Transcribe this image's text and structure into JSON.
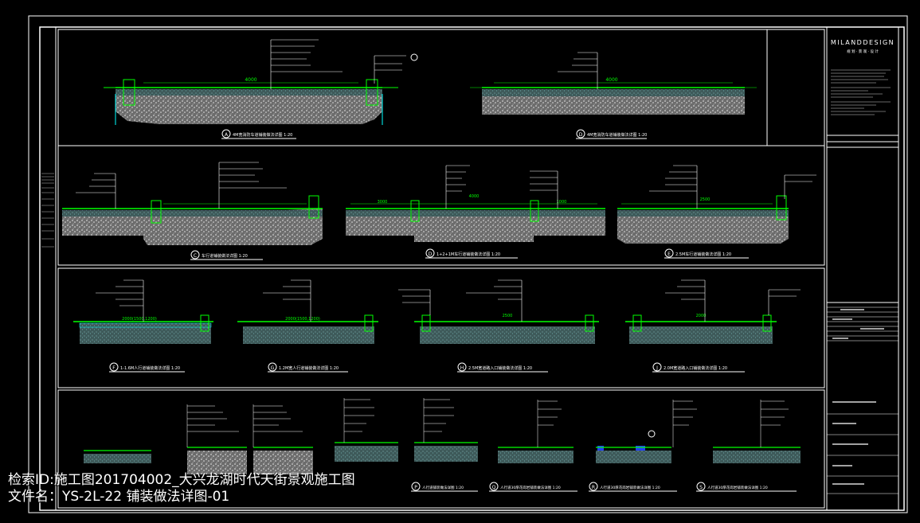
{
  "caption": {
    "line1": "检索ID:施工图201704002_大兴龙湖时代天街景观施工图",
    "line2": "文件名：YS-2L-22 铺装做法详图-01"
  },
  "title_block": {
    "logo": "MILANDDESIGN",
    "logo_sub": "规 划 · 景 观 · 设 计"
  },
  "details": [
    {
      "id": "A",
      "title": "4M宽消防车道铺装做法详图 1:20"
    },
    {
      "id": "D",
      "title": "4M宽消防车道铺装做法详图 1:20"
    },
    {
      "id": "C",
      "title": "车行道铺装做法详图 1:20"
    },
    {
      "id": "D",
      "title": "1+2+1M车行道铺装做法详图 1:20"
    },
    {
      "id": "E",
      "title": "2.5M车行道铺装做法详图 1:20"
    },
    {
      "id": "F",
      "title": "1-1.6M人行道铺装做法详图 1:20"
    },
    {
      "id": "G",
      "title": "1.2M宽人行道铺装做法详图 1:20"
    },
    {
      "id": "H",
      "title": "2.5M宽道路入口铺装做法详图 1:20"
    },
    {
      "id": "J",
      "title": "2.0M宽道路入口铺装做法详图 1:20"
    },
    {
      "id": "P",
      "title": "人行道铺装做法详图 1:20"
    },
    {
      "id": "Q",
      "title": "人行道30厚花岗岩铺装做法详图 1:20"
    },
    {
      "id": "R",
      "title": "人行道30厚花岗岩铺装做法详图 1:20"
    },
    {
      "id": "S",
      "title": "人行道30厚花岗岩铺装做法详图 1:20"
    }
  ],
  "dims": {
    "a": "4000",
    "b": "4000",
    "c1": "3000",
    "c2": "4000",
    "c3": "1000",
    "c4": "2500",
    "f": "2000(1500,1200)",
    "g": "2000(1500,1200)",
    "h": "2500",
    "j": "2000"
  },
  "colors": {
    "bg": "#000000",
    "green": "#00ff00",
    "cyan": "#00ffff",
    "white": "#ffffff",
    "gray": "#a8a8a8",
    "hatch": "#dcdcdc",
    "red": "#ff3030",
    "yellow": "#ffff00",
    "blue": "#2040ff"
  }
}
